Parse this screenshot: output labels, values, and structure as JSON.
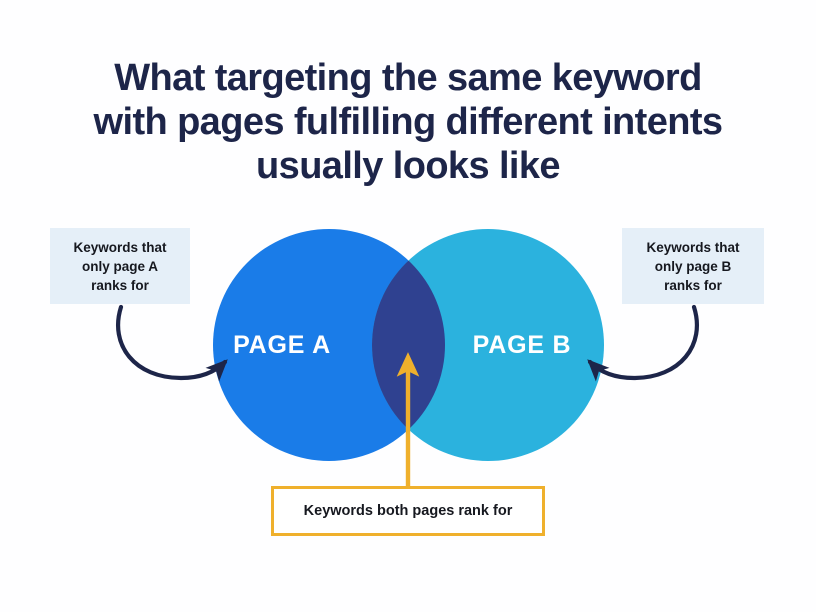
{
  "page": {
    "background_color": "#fefeff"
  },
  "title": {
    "color": "#1d2549",
    "line1": "What targeting the same keyword",
    "line2": "with pages fulfilling different intents",
    "line3": "usually looks like"
  },
  "diagram": {
    "type": "venn",
    "circle_a": {
      "label": "PAGE A",
      "fill": "#1a7ce8",
      "label_color": "#ffffff"
    },
    "circle_b": {
      "label": "PAGE B",
      "fill": "#2bb2de",
      "label_color": "#ffffff"
    },
    "intersection": {
      "fill": "#2f4190"
    }
  },
  "callouts": {
    "left": {
      "background": "#e5eff8",
      "text_color": "#16181f",
      "line1": "Keywords that",
      "line2": "only page A",
      "line3": "ranks for"
    },
    "right": {
      "background": "#e5eff8",
      "text_color": "#16181f",
      "line1": "Keywords that",
      "line2": "only page B",
      "line3": "ranks for"
    },
    "bottom": {
      "background": "#ffffff",
      "border_color": "#efb02c",
      "text_color": "#16181f",
      "text": "Keywords both pages rank for"
    }
  },
  "arrows": {
    "left": {
      "color": "#1d2549",
      "name": "curved-arrow-left"
    },
    "right": {
      "color": "#1d2549",
      "name": "curved-arrow-right"
    },
    "bottom": {
      "color": "#efb02c",
      "name": "straight-arrow-up"
    }
  }
}
